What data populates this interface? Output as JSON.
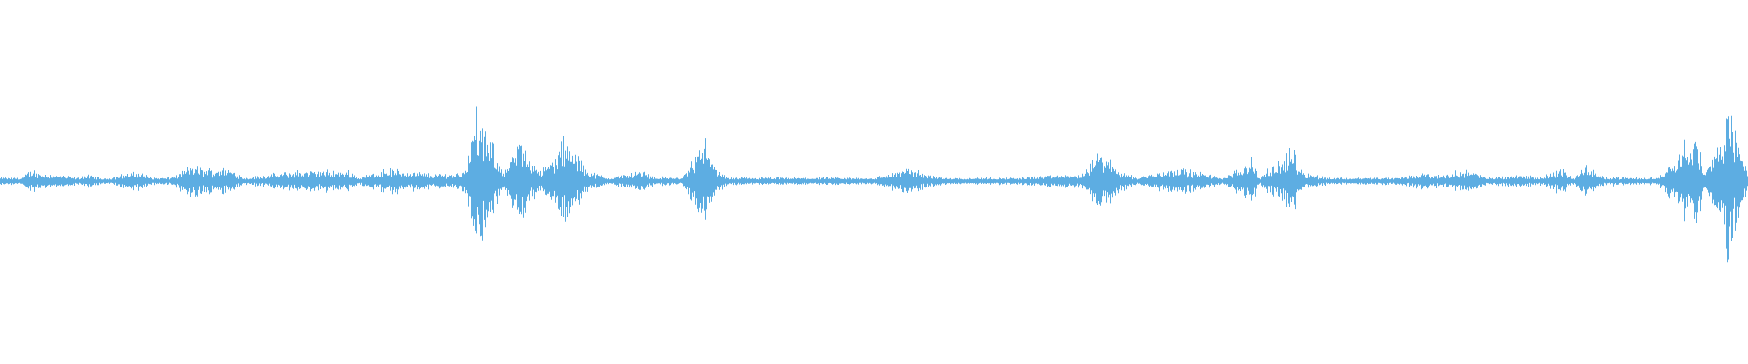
{
  "waveform": {
    "color": "#5dade2",
    "peak_envelope": [
      [
        0.02,
        0.12
      ],
      [
        0.012,
        0.03
      ],
      [
        0.02,
        0.08
      ],
      [
        0.045,
        0.03
      ],
      [
        0.048,
        0.06
      ],
      [
        0.06,
        0.02
      ],
      [
        0.07,
        0.06
      ],
      [
        0.08,
        0.08
      ],
      [
        0.087,
        0.03
      ],
      [
        0.097,
        0.03
      ],
      [
        0.11,
        0.14
      ],
      [
        0.117,
        0.1
      ],
      [
        0.13,
        0.12
      ],
      [
        0.14,
        0.03
      ],
      [
        0.155,
        0.06
      ],
      [
        0.17,
        0.09
      ],
      [
        0.2,
        0.09
      ],
      [
        0.205,
        0.03
      ],
      [
        0.22,
        0.11
      ],
      [
        0.25,
        0.06
      ],
      [
        0.265,
        0.08
      ],
      [
        0.268,
        0.3
      ],
      [
        0.272,
        0.62
      ],
      [
        0.276,
        0.46
      ],
      [
        0.282,
        0.3
      ],
      [
        0.288,
        0.08
      ],
      [
        0.298,
        0.36
      ],
      [
        0.302,
        0.22
      ],
      [
        0.31,
        0.1
      ],
      [
        0.318,
        0.22
      ],
      [
        0.322,
        0.38
      ],
      [
        0.328,
        0.26
      ],
      [
        0.338,
        0.08
      ],
      [
        0.348,
        0.03
      ],
      [
        0.367,
        0.09
      ],
      [
        0.374,
        0.04
      ],
      [
        0.39,
        0.03
      ],
      [
        0.405,
        0.42
      ],
      [
        0.409,
        0.12
      ],
      [
        0.416,
        0.03
      ],
      [
        0.44,
        0.03
      ],
      [
        0.442,
        0.03
      ],
      [
        0.46,
        0.03
      ],
      [
        0.5,
        0.03
      ],
      [
        0.519,
        0.11
      ],
      [
        0.54,
        0.03
      ],
      [
        0.58,
        0.03
      ],
      [
        0.604,
        0.05
      ],
      [
        0.62,
        0.06
      ],
      [
        0.628,
        0.26
      ],
      [
        0.64,
        0.1
      ],
      [
        0.65,
        0.03
      ],
      [
        0.672,
        0.12
      ],
      [
        0.685,
        0.08
      ],
      [
        0.7,
        0.03
      ],
      [
        0.71,
        0.12
      ],
      [
        0.716,
        0.22
      ],
      [
        0.72,
        0.03
      ],
      [
        0.74,
        0.28
      ],
      [
        0.745,
        0.08
      ],
      [
        0.76,
        0.03
      ],
      [
        0.78,
        0.03
      ],
      [
        0.8,
        0.03
      ],
      [
        0.815,
        0.08
      ],
      [
        0.82,
        0.05
      ],
      [
        0.84,
        0.1
      ],
      [
        0.85,
        0.03
      ],
      [
        0.87,
        0.06
      ],
      [
        0.88,
        0.03
      ],
      [
        0.893,
        0.11
      ],
      [
        0.9,
        0.03
      ],
      [
        0.908,
        0.15
      ],
      [
        0.914,
        0.05
      ],
      [
        0.93,
        0.03
      ],
      [
        0.948,
        0.03
      ],
      [
        0.955,
        0.16
      ],
      [
        0.963,
        0.33
      ],
      [
        0.97,
        0.42
      ],
      [
        0.975,
        0.06
      ],
      [
        0.982,
        0.3
      ],
      [
        0.986,
        0.44
      ],
      [
        0.988,
        0.85
      ],
      [
        0.99,
        0.54
      ],
      [
        0.996,
        0.26
      ],
      [
        1.0,
        0.1
      ]
    ]
  }
}
